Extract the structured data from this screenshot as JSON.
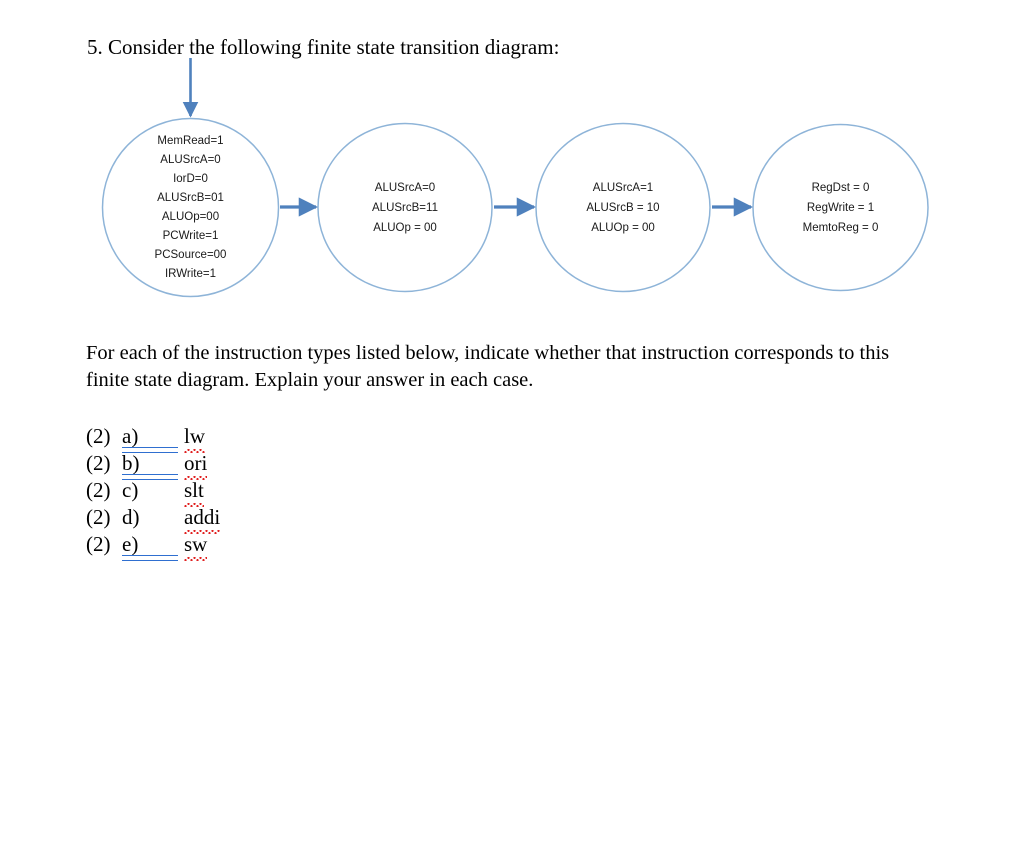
{
  "document": {
    "heading": "5. Consider the following finite state transition diagram:",
    "paragraph": "For each of the instruction types listed below, indicate whether that instruction corresponds to this finite state diagram. Explain your answer in each case."
  },
  "diagram": {
    "type": "finite-state-transition-diagram",
    "stroke_color": "#8EB4D8",
    "arrow_color": "#4F81BD",
    "entry_arrow": {
      "name": "start-arrow",
      "direction": "down"
    },
    "states": [
      {
        "id": "state-1",
        "lines": [
          "MemRead=1",
          "ALUSrcA=0",
          "IorD=0",
          "ALUSrcB=01",
          "ALUOp=00",
          "PCWrite=1",
          "PCSource=00",
          "IRWrite=1"
        ],
        "text": "MemRead=1\nALUSrcA=0\nIorD=0\nALUSrcB=01\nALUOp=00\nPCWrite=1\nPCSource=00\nIRWrite=1"
      },
      {
        "id": "state-2",
        "lines": [
          "ALUSrcA=0",
          "ALUSrcB=11",
          "ALUOp = 00"
        ],
        "text": "ALUSrcA=0\nALUSrcB=11\nALUOp = 00"
      },
      {
        "id": "state-3",
        "lines": [
          "ALUSrcA=1",
          "ALUSrcB = 10",
          "ALUOp = 00"
        ],
        "text": "ALUSrcA=1\nALUSrcB = 10\nALUOp = 00"
      },
      {
        "id": "state-4",
        "lines": [
          "RegDst = 0",
          "RegWrite  = 1",
          "MemtoReg  = 0"
        ],
        "text": "RegDst = 0\nRegWrite  = 1\nMemtoReg  = 0"
      }
    ],
    "transitions": [
      {
        "from": "state-1",
        "to": "state-2"
      },
      {
        "from": "state-2",
        "to": "state-3"
      },
      {
        "from": "state-3",
        "to": "state-4"
      }
    ]
  },
  "answers": {
    "items": [
      {
        "points": "(2)",
        "marker": "a)",
        "mnemonic": "lw",
        "grammar_flagged": true,
        "spell_flagged": true
      },
      {
        "points": "(2)",
        "marker": "b)",
        "mnemonic": "ori",
        "grammar_flagged": true,
        "spell_flagged": true
      },
      {
        "points": "(2)",
        "marker": "c)",
        "mnemonic": "slt",
        "grammar_flagged": false,
        "spell_flagged": true
      },
      {
        "points": "(2)",
        "marker": "d)",
        "mnemonic": "addi",
        "grammar_flagged": false,
        "spell_flagged": true
      },
      {
        "points": "(2)",
        "marker": "e)",
        "mnemonic": "sw",
        "grammar_flagged": true,
        "spell_flagged": true
      }
    ]
  }
}
